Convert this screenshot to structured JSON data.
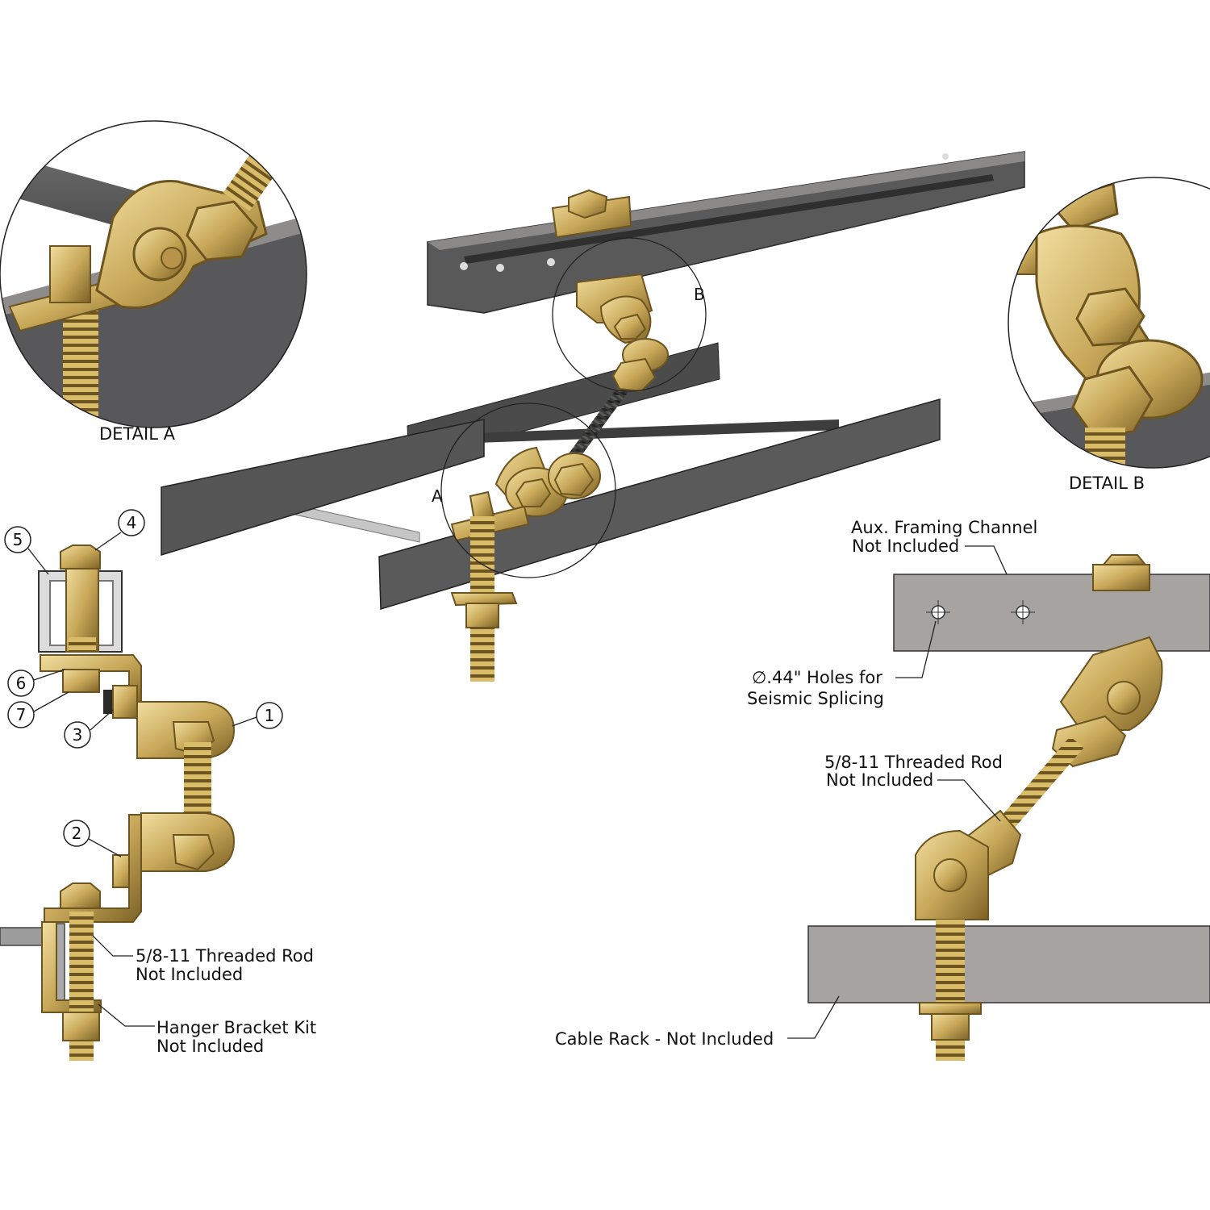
{
  "details": {
    "a": "DETAIL A",
    "b": "DETAIL B",
    "a_marker": "A",
    "b_marker": "B"
  },
  "balloons": [
    "1",
    "2",
    "3",
    "4",
    "5",
    "6",
    "7"
  ],
  "callouts": {
    "aux_channel_1": "Aux. Framing Channel",
    "aux_channel_2": "Not Included",
    "holes_1": "∅.44\" Holes for",
    "holes_2": "Seismic Splicing",
    "rod_right_1": "5/8-11 Threaded Rod",
    "rod_right_2": "Not Included",
    "cable_rack": "Cable Rack - Not Included",
    "rod_left_1": "5/8-11 Threaded Rod",
    "rod_left_2": "Not Included",
    "hanger_1": "Hanger Bracket Kit",
    "hanger_2": "Not Included"
  },
  "colors": {
    "steel": "#4f4f50",
    "steel_light": "#a09d9b",
    "brass": "#c9a95a",
    "brass_dark": "#8a6e2c",
    "rod_bar": "#c4c4c4"
  }
}
